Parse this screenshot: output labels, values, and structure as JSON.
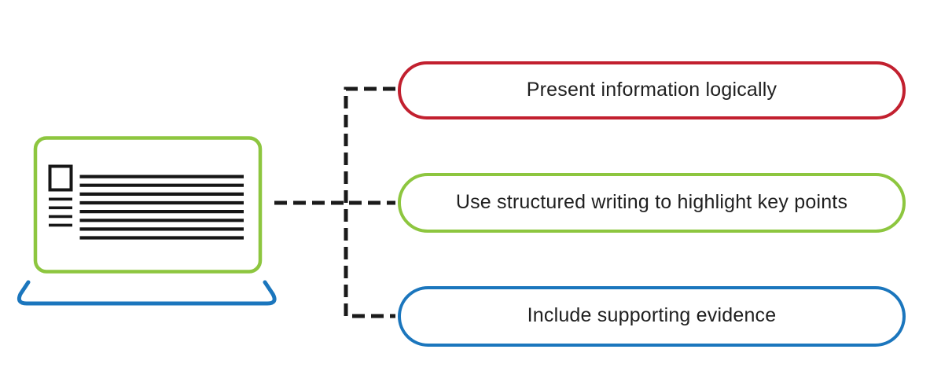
{
  "diagram": {
    "icon": "laptop-document-icon",
    "nodes": [
      {
        "id": "present-information",
        "label": "Present information logically",
        "border_color": "#c2202f"
      },
      {
        "id": "structured-writing",
        "label": "Use structured writing to highlight key points",
        "border_color": "#8dc63f"
      },
      {
        "id": "supporting-evidence",
        "label": "Include supporting evidence",
        "border_color": "#1b76bd"
      }
    ]
  },
  "colors": {
    "red": "#c2202f",
    "green": "#8dc63f",
    "blue": "#1b76bd",
    "connector": "#1a1a1a",
    "icon_ink": "#161616",
    "text": "#1f1f1f",
    "background": "#ffffff"
  }
}
